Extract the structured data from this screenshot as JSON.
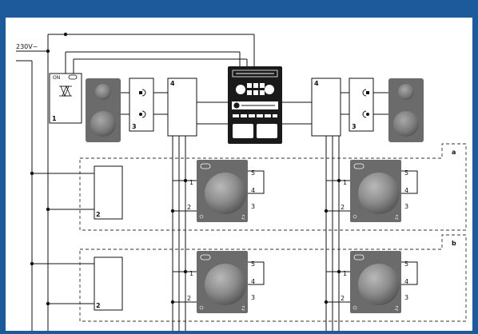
{
  "supply_label": "230V~",
  "dimmer": {
    "on_label": "ON",
    "number": "1"
  },
  "section_labels": [
    "a",
    "b"
  ],
  "switch_box_number": "3",
  "relay_number": "4",
  "local_unit_number": "2",
  "control_terminals": [
    "1",
    "2",
    "3",
    "4",
    "5"
  ],
  "colors": {
    "frame": "#1d5a9c",
    "panel": "#ffffff",
    "device_grey": "#6b6b6b",
    "knob": "#8e8e8e",
    "line": "#111111"
  }
}
